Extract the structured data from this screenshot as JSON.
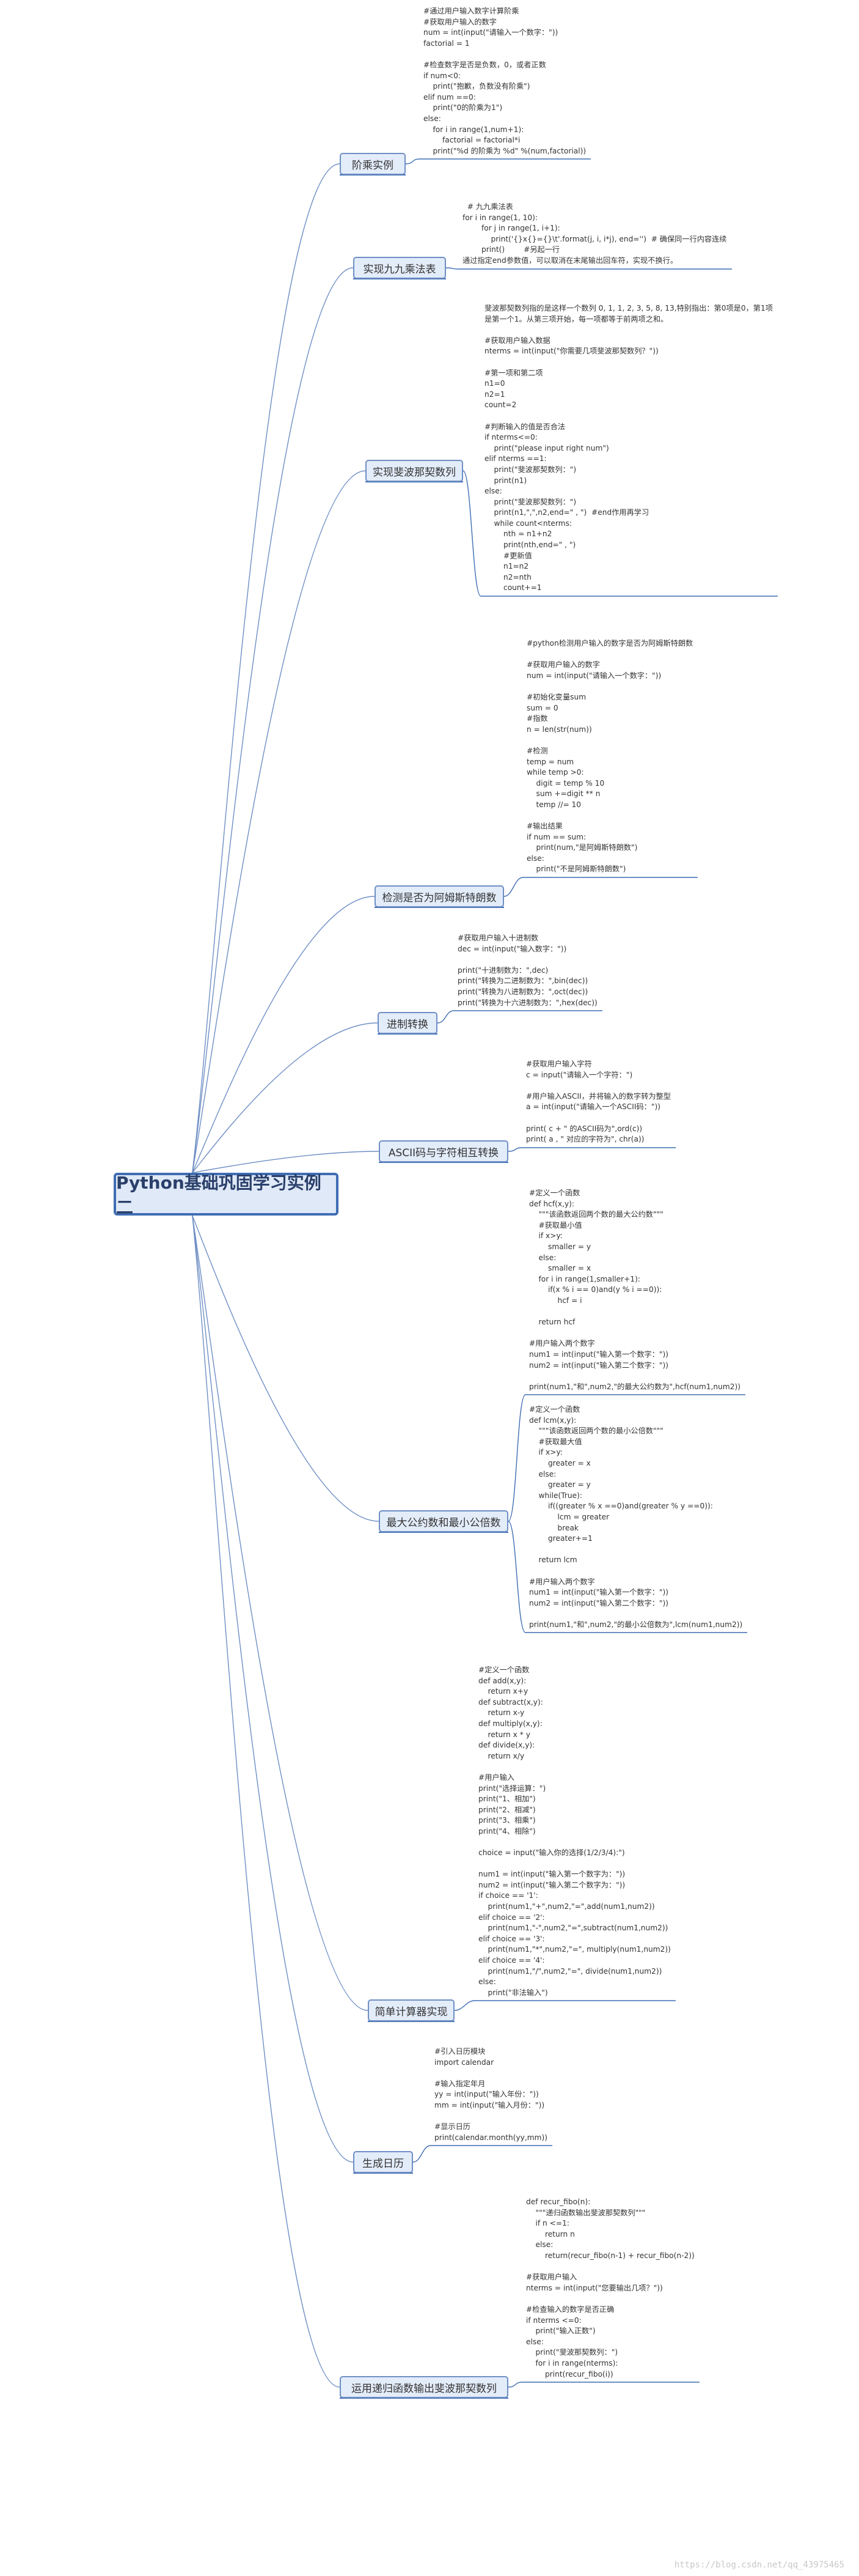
{
  "central_topic": "Python基础巩固学习实例二",
  "branches": [
    {
      "label": "阶乘实例",
      "code": "#通过用户输入数字计算阶乘\n#获取用户输入的数字\nnum = int(input(\"请输入一个数字：\"))\nfactorial = 1\n\n#检查数字是否是负数，0，或者正数\nif num<0:\n    print(\"抱歉，负数没有阶乘\")\nelif num ==0:\n    print(\"0的阶乘为1\")\nelse:\n    for i in range(1,num+1):\n        factorial = factorial*i\n    print(\"%d 的阶乘为 %d\" %(num,factorial))"
    },
    {
      "label": "实现九九乘法表",
      "code": "  # 九九乘法表\nfor i in range(1, 10):\n        for j in range(1, i+1):\n            print('{}x{}={}\\t'.format(j, i, i*j), end='')  # 确保同一行内容连续\n        print()        #另起一行\n通过指定end参数值，可以取消在末尾输出回车符，实现不换行。"
    },
    {
      "label": "实现斐波那契数列",
      "code": "斐波那契数列指的是这样一个数列 0, 1, 1, 2, 3, 5, 8, 13,特别指出：第0项是0，第1项\n是第一个1。从第三项开始，每一项都等于前两项之和。\n\n#获取用户输入数据\nnterms = int(input(\"你需要几项斐波那契数列？\"))\n\n#第一项和第二项\nn1=0\nn2=1\ncount=2\n\n#判断输入的值是否合法\nif nterms<=0:\n    print(\"please input right num\")\nelif nterms ==1:\n    print(\"斐波那契数列：\")\n    print(n1)\nelse:\n    print(\"斐波那契数列：\")\n    print(n1,\",\",n2,end=\" , \")  #end作用再学习\n    while count<nterms:\n        nth = n1+n2\n        print(nth,end=\" , \")\n        #更新值\n        n1=n2\n        n2=nth\n        count+=1"
    },
    {
      "label": "检测是否为阿姆斯特朗数",
      "code": "#python检测用户输入的数字是否为阿姆斯特朗数\n\n#获取用户输入的数字\nnum = int(input(\"请输入一个数字：\"))\n\n#初始化变量sum\nsum = 0\n#指数\nn = len(str(num))\n\n#检测\ntemp = num\nwhile temp >0:\n    digit = temp % 10\n    sum +=digit ** n\n    temp //= 10\n\n#输出结果\nif num == sum:\n    print(num,\"是阿姆斯特朗数\")\nelse:\n    print(\"不是阿姆斯特朗数\")"
    },
    {
      "label": "进制转换",
      "code": "#获取用户输入十进制数\ndec = int(input(\"输入数字：\"))\n\nprint(\"十进制数为：\",dec)\nprint(\"转换为二进制数为：\",bin(dec))\nprint(\"转换为八进制数为：\",oct(dec))\nprint(\"转换为十六进制数为：\",hex(dec))"
    },
    {
      "label": "ASCII码与字符相互转换",
      "code": "#获取用户输入字符\nc = input(\"请输入一个字符：\")\n\n#用户输入ASCII，并将输入的数字转为整型\na = int(input(\"请输入一个ASCII码：\"))\n\nprint( c + \" 的ASCII码为\",ord(c))\nprint( a , \" 对应的字符为\", chr(a))"
    },
    {
      "label": "最大公约数和最小公倍数",
      "code": "#定义一个函数\ndef hcf(x,y):\n    \"\"\"该函数返回两个数的最大公约数\"\"\"\n    #获取最小值\n    if x>y:\n        smaller = y\n    else:\n        smaller = x\n    for i in range(1,smaller+1):\n        if(x % i == 0)and(y % i ==0)):\n            hcf = i\n\n    return hcf\n\n#用户输入两个数字\nnum1 = int(input(\"输入第一个数字：\"))\nnum2 = int(input(\"输入第二个数字：\"))\n\nprint(num1,\"和\",num2,\"的最大公约数为\",hcf(num1,num2))",
      "code2": "#定义一个函数\ndef lcm(x,y):\n    \"\"\"该函数返回两个数的最小公倍数\"\"\"\n    #获取最大值\n    if x>y:\n        greater = x\n    else:\n        greater = y\n    while(True):\n        if((greater % x ==0)and(greater % y ==0)):\n            lcm = greater\n            break\n        greater+=1\n\n    return lcm\n\n#用户输入两个数字\nnum1 = int(input(\"输入第一个数字：\"))\nnum2 = int(input(\"输入第二个数字：\"))\n\nprint(num1,\"和\",num2,\"的最小公倍数为\",lcm(num1,num2))"
    },
    {
      "label": "简单计算器实现",
      "code": "#定义一个函数\ndef add(x,y):\n    return x+y\ndef subtract(x,y):\n    return x-y\ndef multiply(x,y):\n    return x * y\ndef divide(x,y):\n    return x/y\n\n#用户输入\nprint(\"选择运算：\")\nprint(\"1、相加\")\nprint(\"2、相减\")\nprint(\"3、相乘\")\nprint(\"4、相除\")\n\nchoice = input(\"输入你的选择(1/2/3/4):\")\n\nnum1 = int(input(\"输入第一个数字为：\"))\nnum2 = int(input(\"输入第二个数字为：\"))\nif choice == '1':\n    print(num1,\"+\",num2,\"=\",add(num1,num2))\nelif choice == '2':\n    print(num1,\"-\",num2,\"=\",subtract(num1,num2))\nelif choice == '3':\n    print(num1,\"*\",num2,\"=\", multiply(num1,num2))\nelif choice == '4':\n    print(num1,\"/\",num2,\"=\", divide(num1,num2))\nelse:\n    print(\"非法输入\")"
    },
    {
      "label": "生成日历",
      "code": "#引入日历模块\nimport calendar\n\n#输入指定年月\nyy = int(input(\"输入年份：\"))\nmm = int(input(\"输入月份：\"))\n\n#显示日历\nprint(calendar.month(yy,mm))"
    },
    {
      "label": "运用递归函数输出斐波那契数列",
      "code": "def recur_fibo(n):\n    \"\"\"递归函数输出斐波那契数列\"\"\"\n    if n <=1:\n        return n\n    else:\n        return(recur_fibo(n-1) + recur_fibo(n-2))\n\n#获取用户输入\nnterms = int(input(\"您要输出几项？\"))\n\n#检查输入的数字是否正确\nif nterms <=0:\n    print(\"输入正数\")\nelse:\n    print(\"斐波那契数列：\")\n    for i in range(nterms):\n        print(recur_fibo(i))"
    }
  ],
  "watermark": "https://blog.csdn.net/qq_43975465",
  "colors": {
    "line": "#6f8fc5",
    "underline": "#3f6db3",
    "topic_bg": "#e3ecf9",
    "root_bg": "#dfe9f7"
  }
}
